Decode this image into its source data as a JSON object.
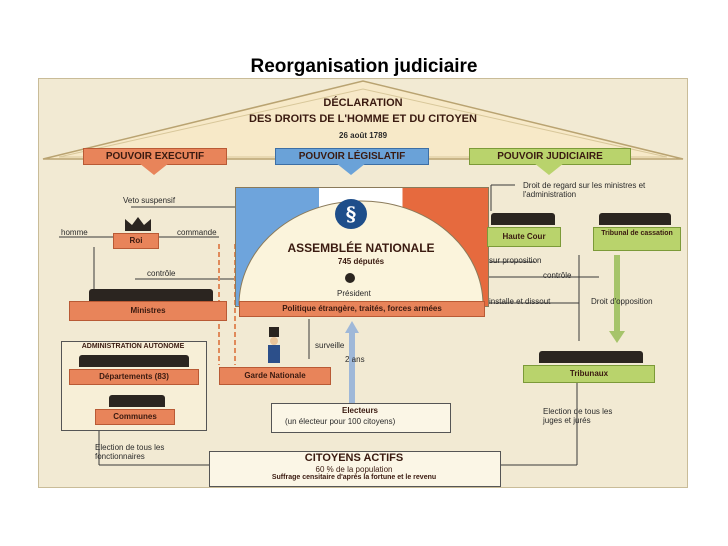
{
  "slide_title": "Reorganisation judiciaire",
  "roof": {
    "line1": "DÉCLARATION",
    "line2": "DES DROITS DE L'HOMME ET DU CITOYEN",
    "date": "26 août 1789"
  },
  "powers": {
    "executif": "POUVOIR EXECUTIF",
    "legislatif": "POUVOIR LÉGISLATIF",
    "judiciaire": "POUVOIR JUDICIAIRE"
  },
  "executive": {
    "veto": "Veto suspensif",
    "homme": "homme",
    "commande": "commande",
    "roi": "Roi",
    "controle": "contrôle",
    "ministres": "Ministres"
  },
  "assembly": {
    "symbol": "§",
    "title": "ASSEMBLÉE NATIONALE",
    "deputes": "745 députés",
    "president": "Président",
    "politique": "Politique étrangère, traités, forces armées",
    "surveille": "surveille",
    "deux_ans": "2 ans"
  },
  "administration": {
    "header": "ADMINISTRATION AUTONOME",
    "departements": "Départements (83)",
    "communes": "Communes",
    "election": "Election de tous les fonctionnaires"
  },
  "garde": "Garde Nationale",
  "judicial": {
    "droit_regard": "Droit de regard sur les ministres et l'administration",
    "haute_cour": "Haute Cour",
    "cassation": "Tribunal de cassation",
    "sur_proposition": "sur proposition",
    "controle": "contrôle",
    "installe": "installe et dissout",
    "droit_opposition": "Droit d'opposition",
    "tribunaux": "Tribunaux",
    "election": "Election de tous les juges et jurés"
  },
  "electeurs": {
    "title": "Electeurs",
    "detail": "(un électeur pour 100 citoyens)"
  },
  "citoyens": {
    "title": "CITOYENS ACTIFS",
    "pct": "60 % de la population",
    "suffrage": "Suffrage censitaire d'après la fortune et le revenu"
  }
}
